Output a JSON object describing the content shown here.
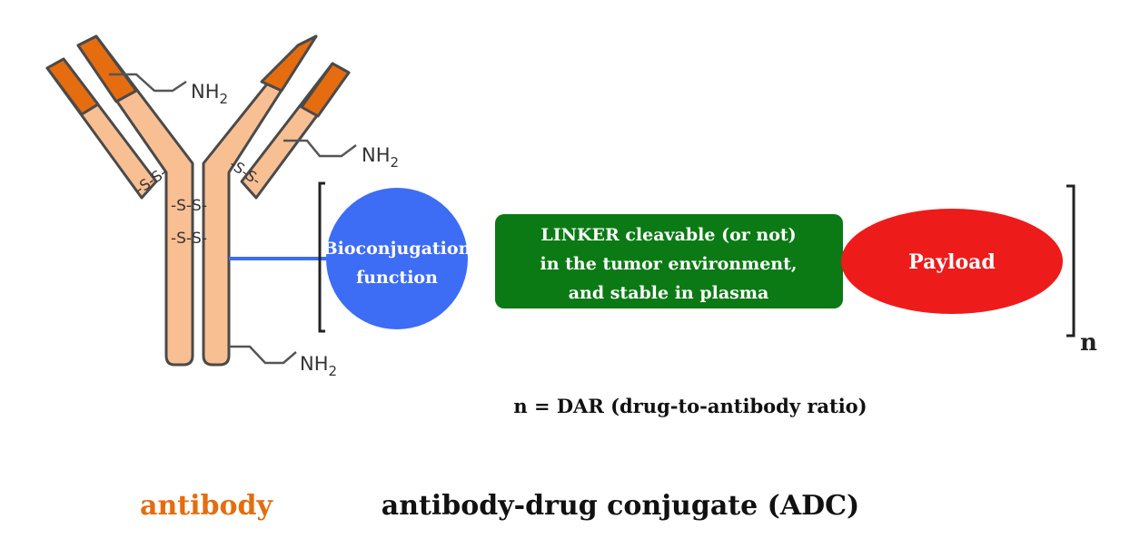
{
  "diagram": {
    "antibody": {
      "amine_labels": [
        "NH2",
        "NH2",
        "NH2"
      ],
      "disulfide_labels": [
        "-S-S-",
        "-S-S-",
        "-S-S-",
        "-S-S-"
      ],
      "caption": "antibody"
    },
    "bioconjugation_label_line1": "Bioconjugation",
    "bioconjugation_label_line2": "function",
    "linker_label_line1": "LINKER cleavable (or not)",
    "linker_label_line2": "in the tumor environment,",
    "linker_label_line3": "and stable in plasma",
    "payload_label": "Payload",
    "repeat_subscript": "n",
    "dar_definition": "n = DAR (drug-to-antibody ratio)",
    "adc_caption": "antibody-drug conjugate (ADC)"
  },
  "colors": {
    "antibody_light": "#f8bf93",
    "antibody_dark": "#e56c0f",
    "outline": "#4a4a4a",
    "bioconjugation_blue": "#3d6cf5",
    "linker_green": "#0b7a14",
    "payload_red": "#ee1b1b",
    "antibody_caption": "#e56c0f"
  }
}
